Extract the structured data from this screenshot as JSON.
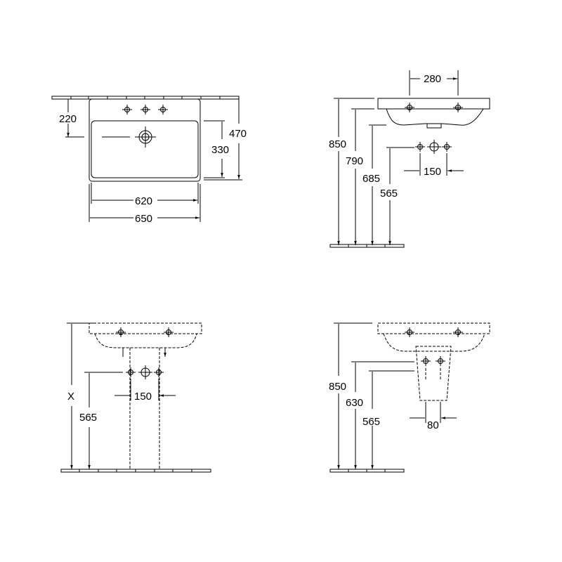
{
  "top_view": {
    "depth_to_drain": "220",
    "bowl_depth": "330",
    "overall_depth": "470",
    "bowl_width": "620",
    "overall_width": "650"
  },
  "side_view": {
    "tap_hole_spacing": "280",
    "rim_height": "850",
    "front_height": "790",
    "bottom_height": "685",
    "waste_height": "565",
    "supply_spacing": "150"
  },
  "pedestal_view": {
    "variable_height": "X",
    "waste_height": "565",
    "supply_spacing": "150"
  },
  "semi_pedestal_view": {
    "rim_height": "850",
    "supply_height": "630",
    "waste_height": "565",
    "spacing": "80"
  }
}
